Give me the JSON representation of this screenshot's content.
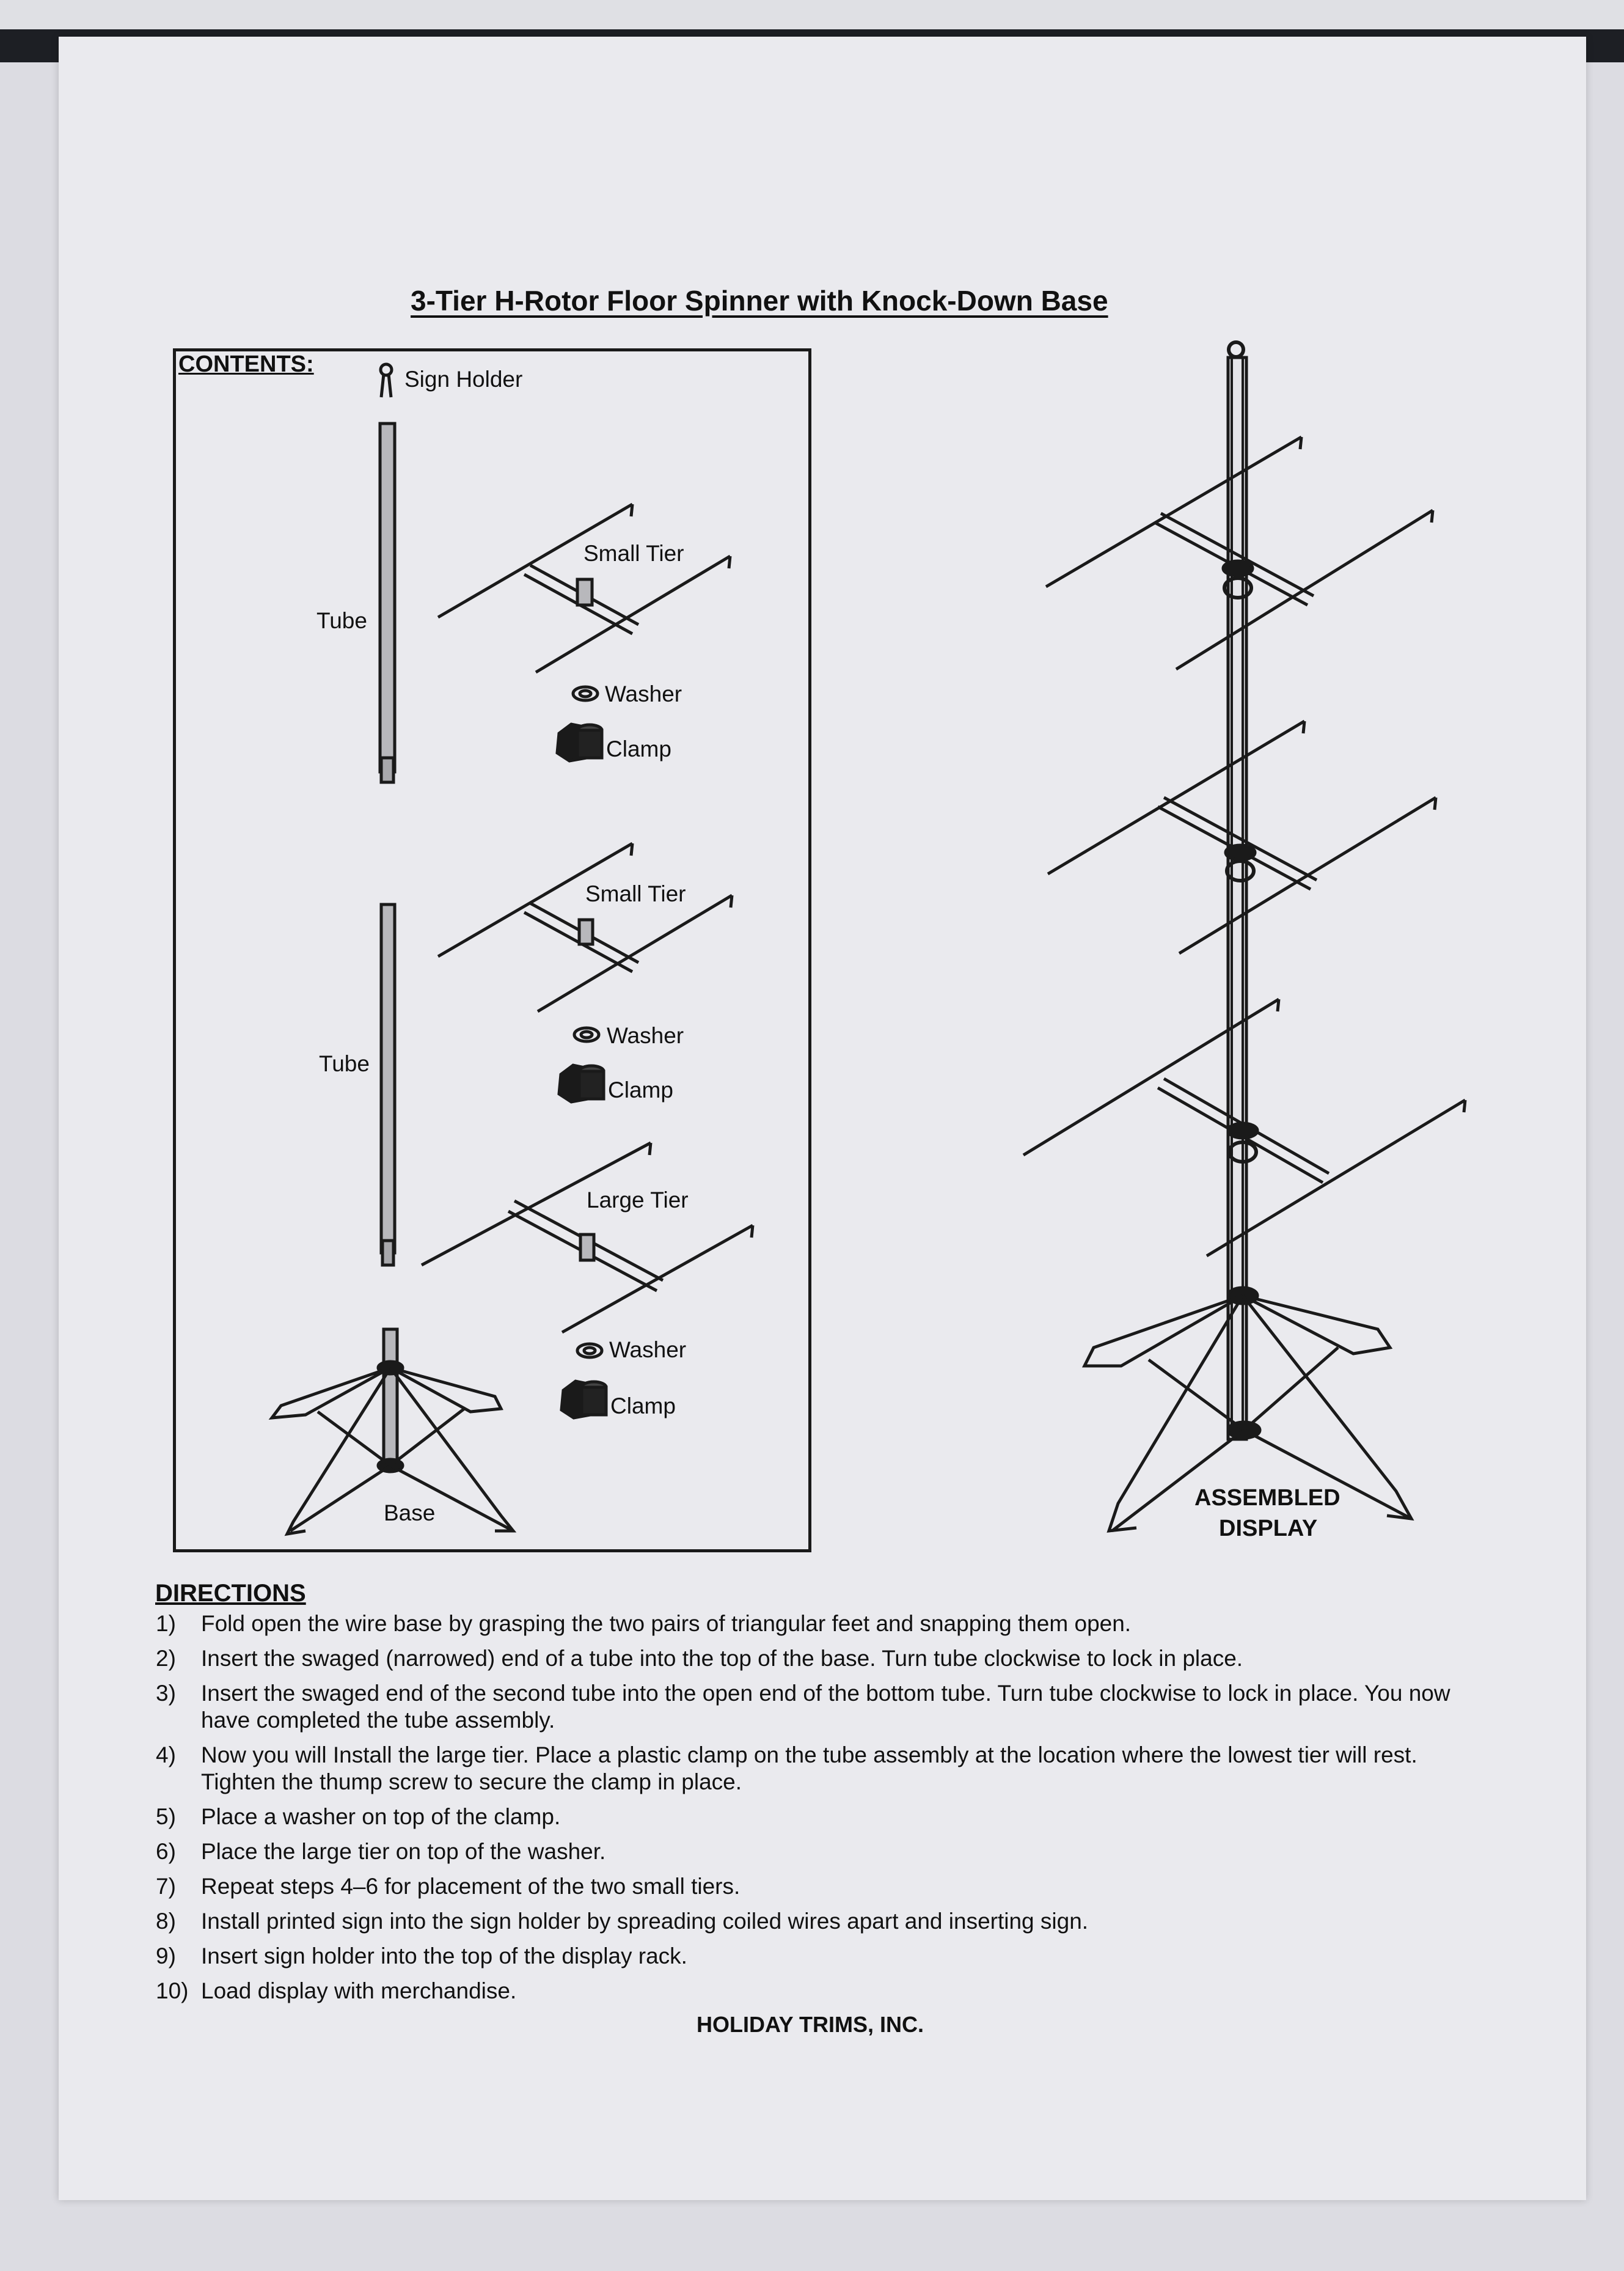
{
  "title": "3-Tier H-Rotor Floor Spinner with Knock-Down Base",
  "contents": {
    "heading": "CONTENTS:",
    "sign_holder": "Sign Holder",
    "tube1": "Tube",
    "small_tier1": "Small Tier",
    "washer1": "Washer",
    "clamp1": "Clamp",
    "tube2": "Tube",
    "small_tier2": "Small Tier",
    "washer2": "Washer",
    "clamp2": "Clamp",
    "large_tier": "Large Tier",
    "washer3": "Washer",
    "clamp3": "Clamp",
    "base": "Base"
  },
  "assembled": {
    "line1": "ASSEMBLED",
    "line2": "DISPLAY"
  },
  "directions": {
    "heading": "DIRECTIONS",
    "steps": [
      {
        "num": "1)",
        "text": "Fold open the wire base by grasping the two pairs of triangular feet and snapping them open."
      },
      {
        "num": "2)",
        "text": "Insert the swaged (narrowed) end of a tube into the top of the base. Turn tube clockwise to lock in place."
      },
      {
        "num": "3)",
        "text": "Insert the swaged end of the second tube into the open end of the bottom tube. Turn tube clockwise to lock in place. You now have completed the tube assembly."
      },
      {
        "num": "4)",
        "text": "Now you will Install the large tier. Place a plastic clamp on the tube assembly at the location where the lowest tier will rest. Tighten the thump screw to secure the clamp in place."
      },
      {
        "num": "5)",
        "text": "Place a washer on top of the clamp."
      },
      {
        "num": "6)",
        "text": "Place the large tier on top of the washer."
      },
      {
        "num": "7)",
        "text": "Repeat steps 4–6 for placement of the two small tiers."
      },
      {
        "num": "8)",
        "text": "Install printed sign into the sign holder by spreading coiled wires apart and inserting sign."
      },
      {
        "num": "9)",
        "text": "Insert sign holder into the top of the display rack."
      },
      {
        "num": "10)",
        "text": "Load display with merchandise."
      }
    ]
  },
  "footer": "HOLIDAY TRIMS, INC."
}
